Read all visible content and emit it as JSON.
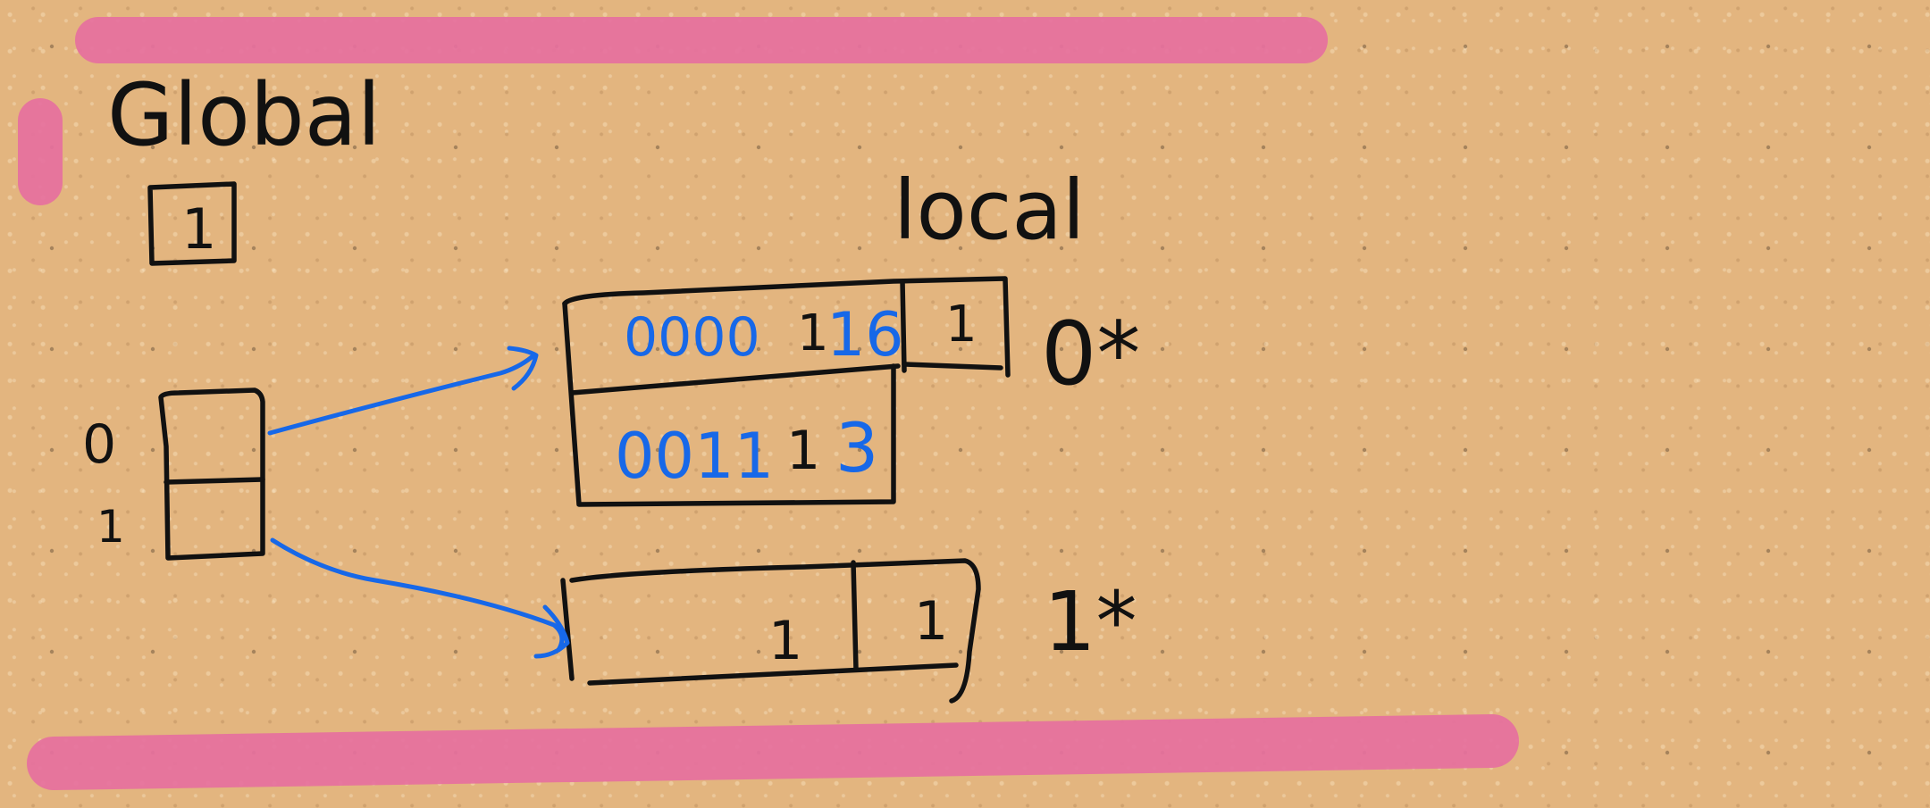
{
  "title": "Global",
  "global_value": "1",
  "local_label": "local",
  "index_labels": [
    "0",
    "1"
  ],
  "entry0": {
    "row1_bits": "0000",
    "row1_mid": "1",
    "row1_count": "16",
    "row1_side": "1",
    "row2_bits": "0011",
    "row2_mid": "1",
    "row2_count": "3",
    "label": "0*"
  },
  "entry1": {
    "cell_a": "1",
    "cell_b": "1",
    "label": "1*"
  },
  "colors": {
    "background": "#e3b57f",
    "ink": "#111111",
    "blue_ink": "#1768e8",
    "highlighter": "#e6709e"
  }
}
